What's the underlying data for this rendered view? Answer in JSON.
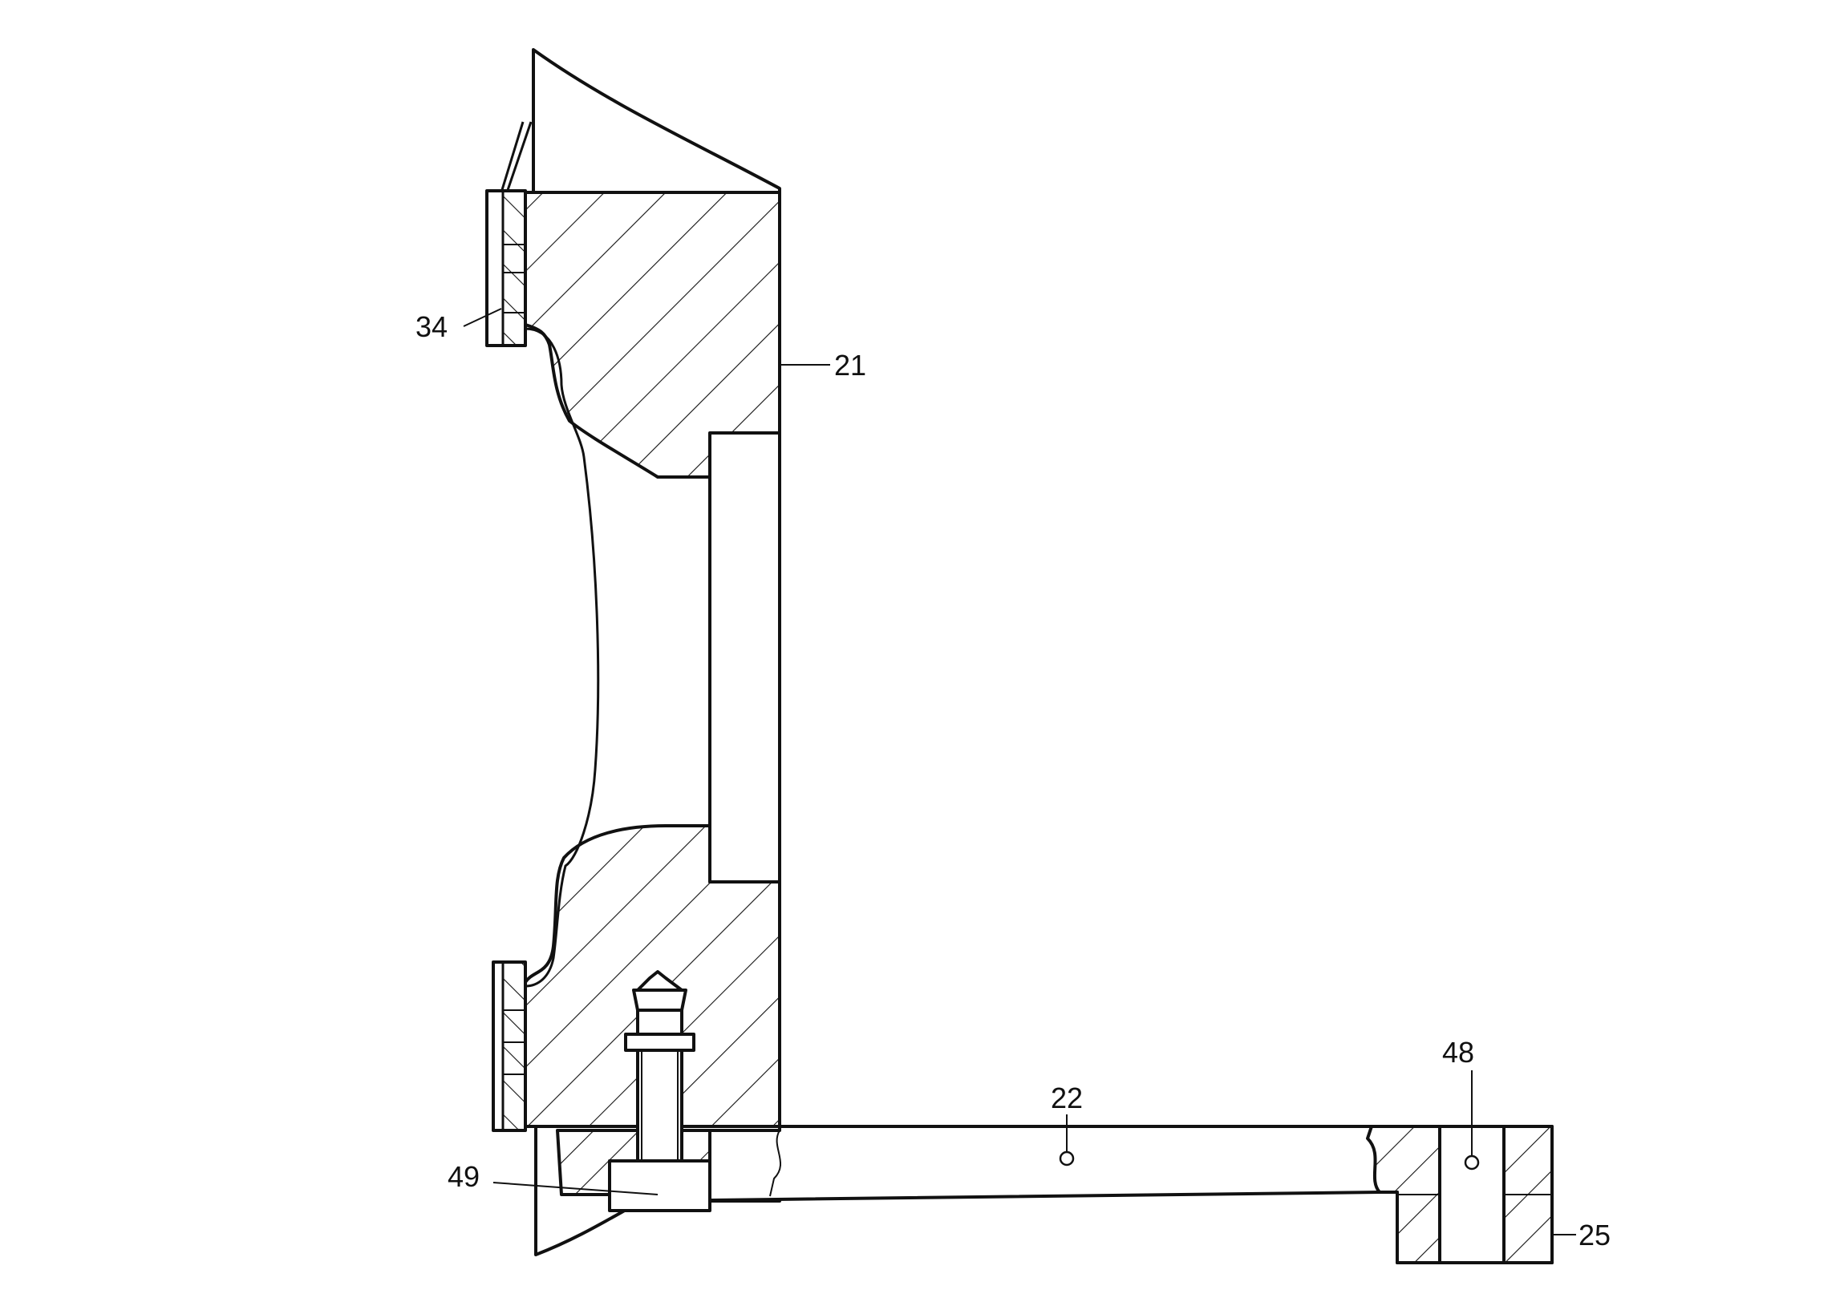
{
  "figure": {
    "labels": {
      "ring": "34",
      "body": "21",
      "plate": "22",
      "pin": "48",
      "screw": "49",
      "block": "25"
    },
    "colors": {
      "ink": "#111111",
      "paper": "#ffffff"
    }
  }
}
